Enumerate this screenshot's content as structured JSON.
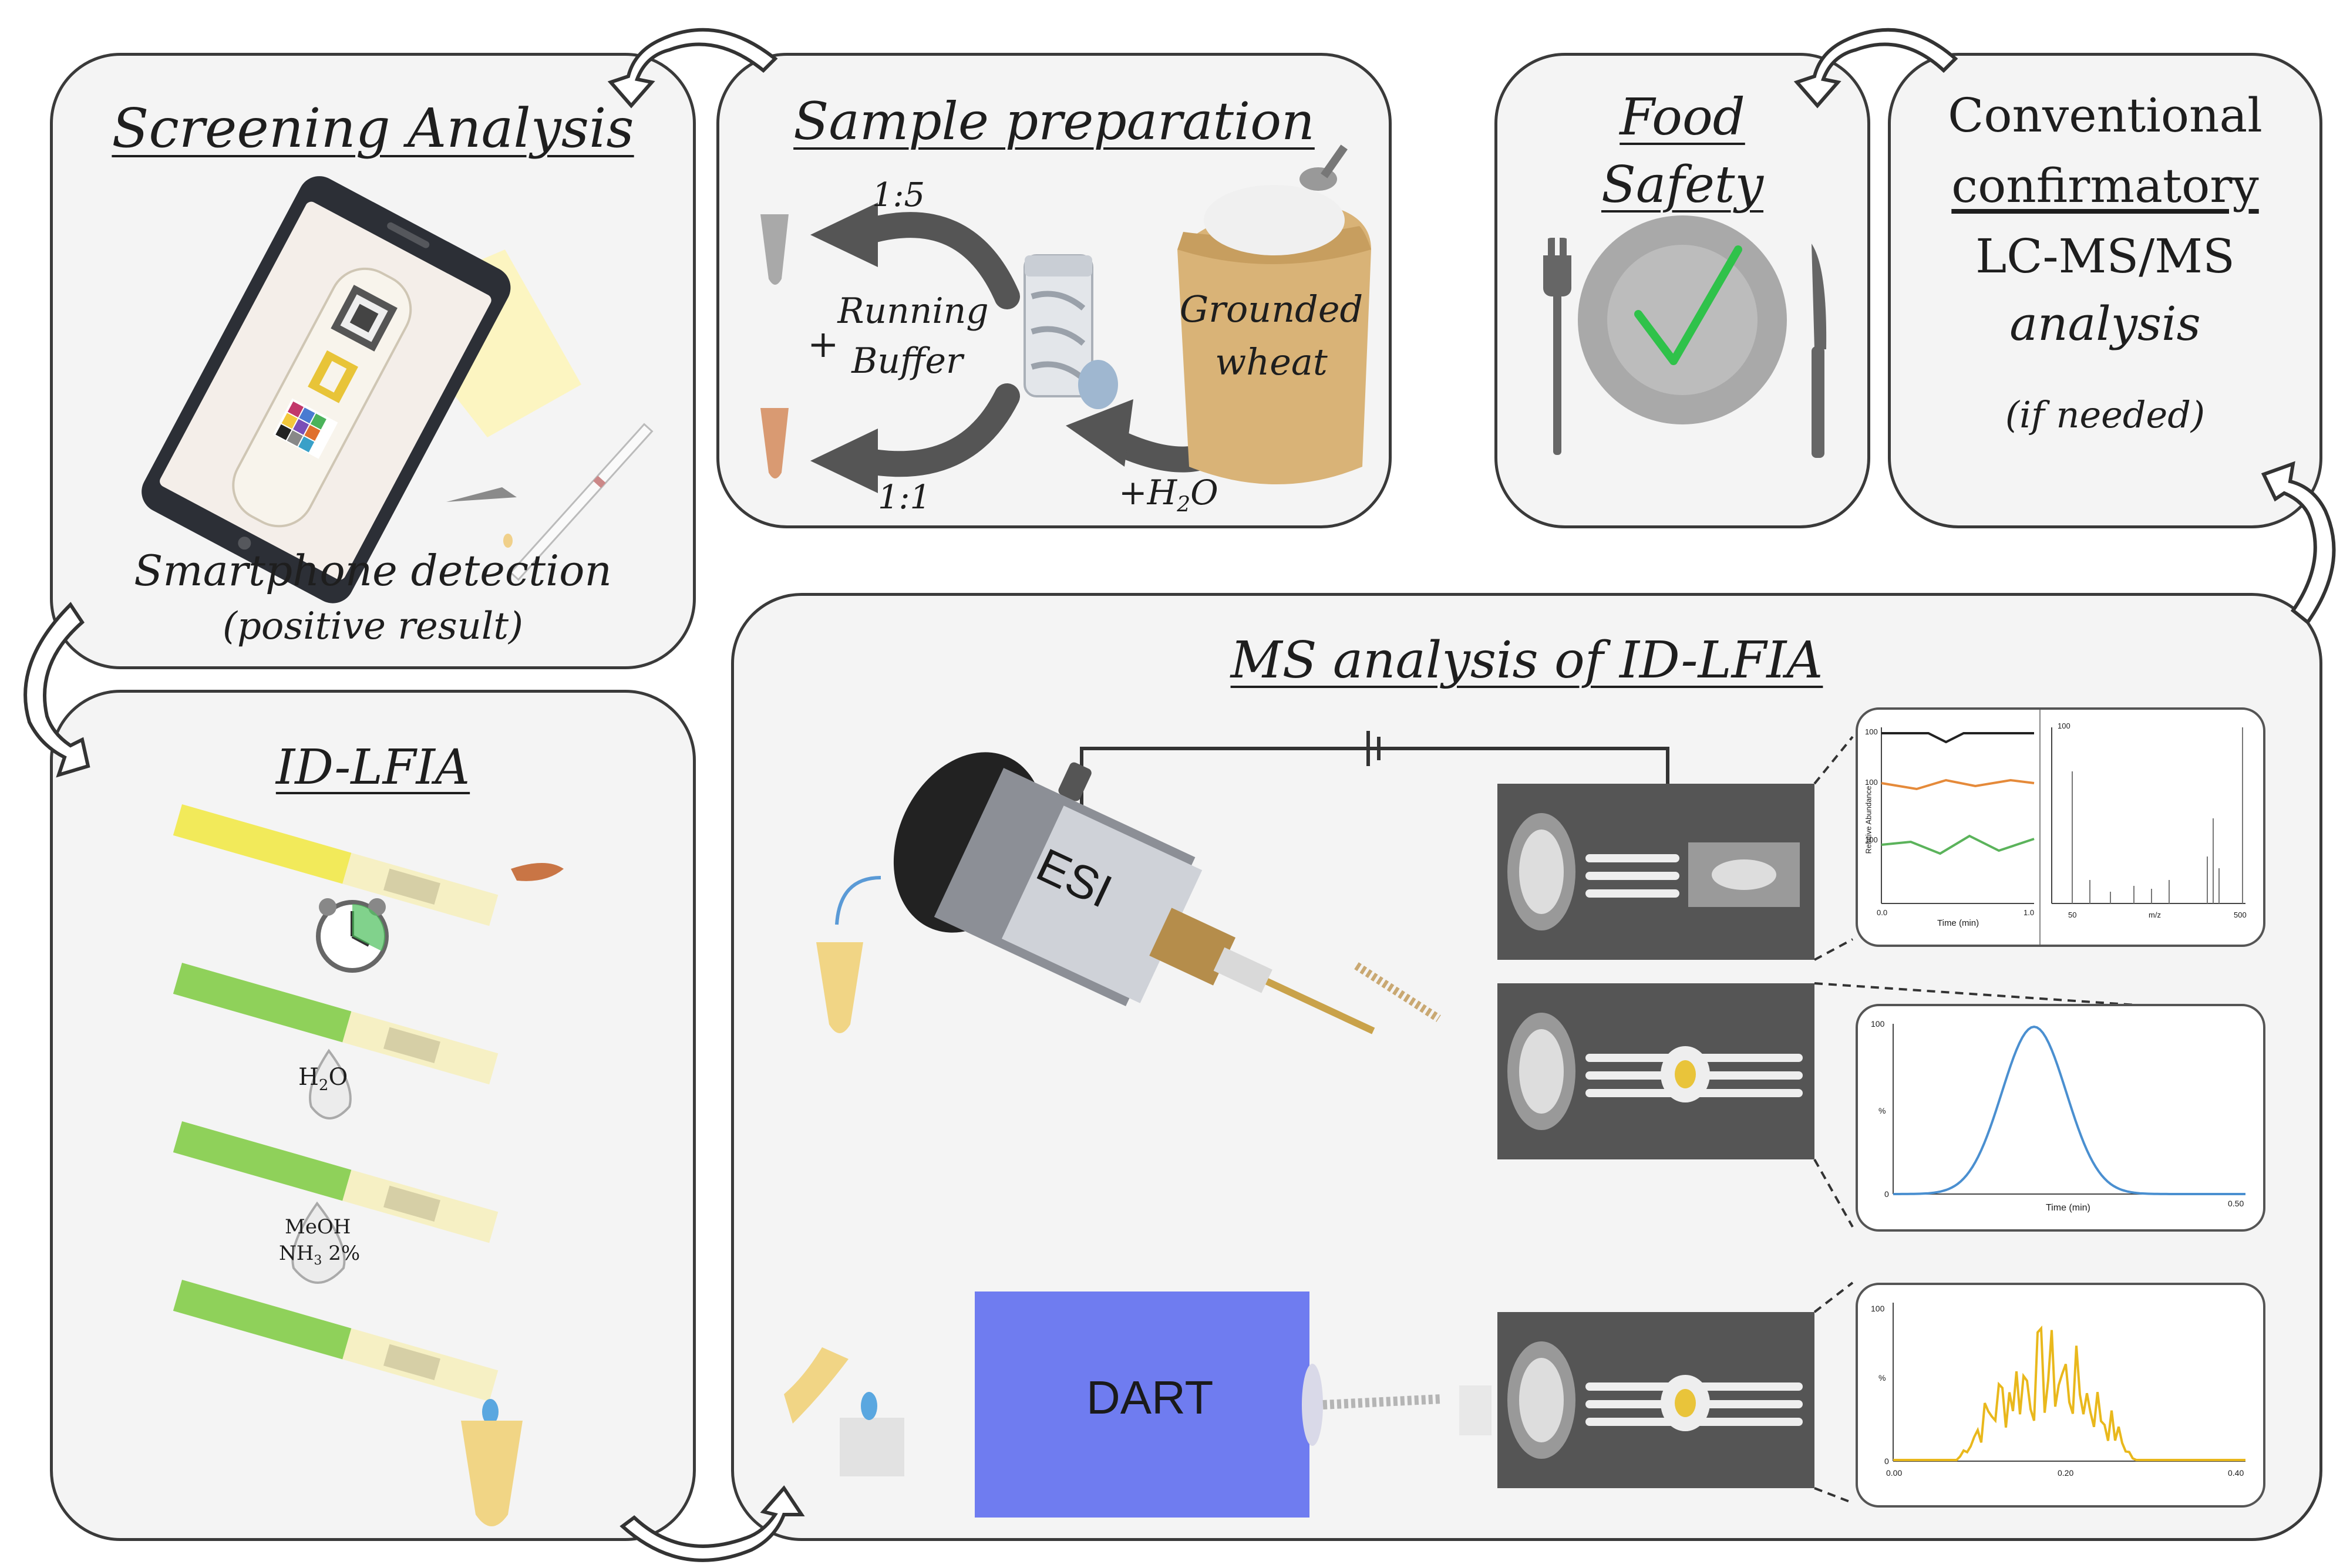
{
  "screening": {
    "title": "Screening Analysis",
    "caption": "Smartphone detection",
    "subcaption": "(positive result)"
  },
  "sample_prep": {
    "title": "Sample preparation",
    "ratio_top": "1:5",
    "ratio_bottom": "1:1",
    "plus": "+",
    "buffer_line1": "Running",
    "buffer_line2": "Buffer",
    "sack_line1": "Grounded",
    "sack_line2": "wheat",
    "water_prefix": "+H",
    "water_sub": "2",
    "water_suffix": "O"
  },
  "food_safety": {
    "title_line1": "Food",
    "title_line2": "Safety"
  },
  "conventional": {
    "line1": "Conventional",
    "line2": "confirmatory",
    "line3": "LC-MS/MS",
    "line4": "analysis",
    "note": "(if needed)"
  },
  "idlfia": {
    "title": "ID-LFIA",
    "drop1_main": "H",
    "drop1_sub": "2",
    "drop1_end": "O",
    "drop2_line1": "MeOH",
    "drop2_line2_main": "NH",
    "drop2_line2_sub": "3",
    "drop2_line2_end": " 2%"
  },
  "ms": {
    "title": "MS analysis of ID-LFIA",
    "esi_label": "ESI",
    "dart_label": "DART",
    "chart1": {
      "ylabel": "Relative Abundance",
      "xlabel_left": "Time (min)",
      "xlabel_right": "m/z",
      "tick_100a": "100",
      "tick_100b": "100",
      "tick_100c": "100",
      "tick_0": "0.0",
      "tick_1": "1.0",
      "tick_100r": "100",
      "tick_50": "50",
      "tick_500": "500"
    },
    "chart2": {
      "ylabel": "%",
      "xlabel": "Time (min)",
      "tick_100": "100",
      "tick_0": "0",
      "tick_end": "0.50"
    },
    "chart3": {
      "ylabel": "%",
      "tick_100": "100",
      "tick_0": "0",
      "tick_x0": "0.00",
      "tick_x1": "0.20",
      "tick_x2": "0.40"
    }
  },
  "colors": {
    "panel_fill": "#f4f4f4",
    "panel_border": "#3a3a3a",
    "check_green": "#2fc24a",
    "dart_blue": "#6f7cf0",
    "strip_yellow": "#f2ea5a",
    "strip_green": "#8fd15a",
    "chart_blue": "#4a8fd0",
    "chart_gold": "#e9b81c"
  }
}
